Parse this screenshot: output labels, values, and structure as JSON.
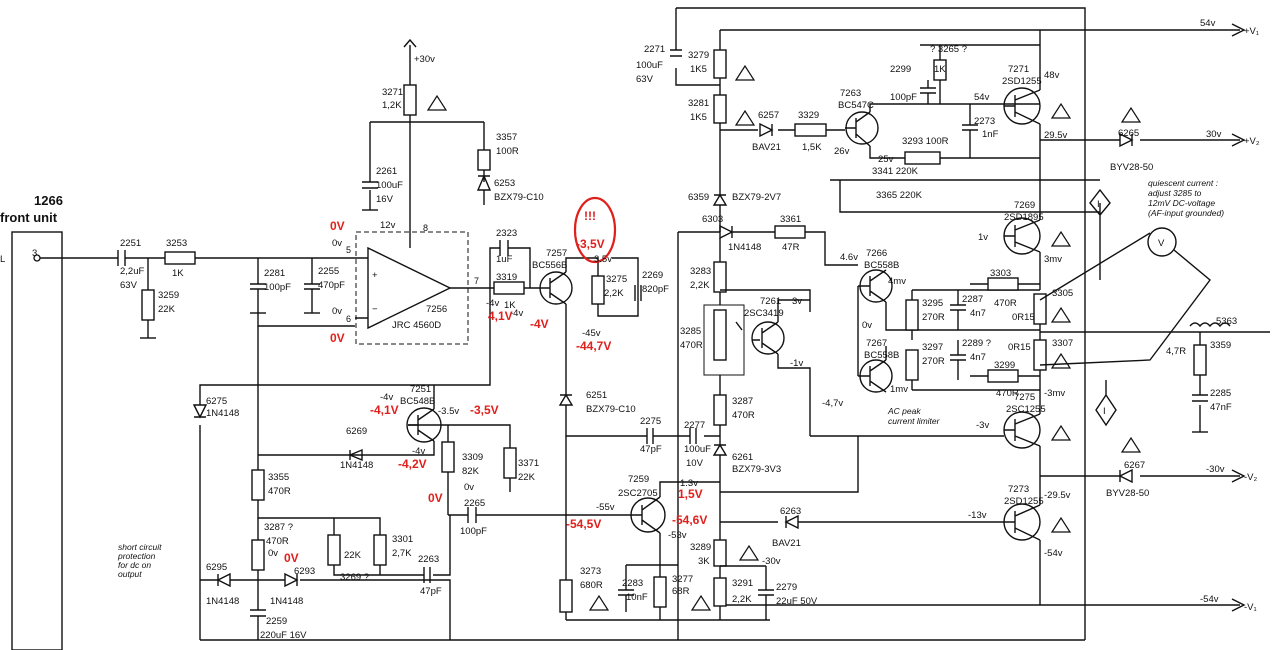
{
  "title": {
    "number": "1266",
    "text": "front unit"
  },
  "input": {
    "pin": "3",
    "side": "L"
  },
  "supplies": {
    "top_pos": "54v",
    "top_pos_label": "+V₁",
    "mid_pos": "30v",
    "mid_pos_label": "+V₂",
    "mid_neg": "-30v",
    "mid_neg_label": "-V₂",
    "bot_neg": "-54v",
    "bot_neg_label": "-V₁",
    "opamp_supply": "+30v"
  },
  "notes": {
    "quiescent": [
      "quiescent current :",
      "adjust 3285 to",
      "12mV DC-voltage",
      "(AF-input grounded)"
    ],
    "ac_peak": [
      "AC peak",
      "current limiter"
    ],
    "short_circuit": [
      "short circuit",
      "protection",
      "for dc on",
      "output"
    ]
  },
  "opamp": {
    "ref": "7256",
    "type": "JRC 4560D",
    "pin5": "5",
    "pin6": "6",
    "pin7": "7",
    "pin8": "8"
  },
  "labels": [
    {
      "id": "c2251",
      "lines": [
        "2251",
        "2,2uF",
        "63V"
      ]
    },
    {
      "id": "r3253",
      "lines": [
        "3253",
        "1K"
      ]
    },
    {
      "id": "r3259",
      "lines": [
        "3259",
        "22K"
      ]
    },
    {
      "id": "c2281",
      "lines": [
        "2281",
        "100pF"
      ]
    },
    {
      "id": "c2255",
      "lines": [
        "2255",
        "470pF"
      ]
    },
    {
      "id": "r3271",
      "lines": [
        "3271",
        "1,2K"
      ]
    },
    {
      "id": "c2261",
      "lines": [
        "2261",
        "100uF",
        "16V"
      ]
    },
    {
      "id": "r3357",
      "lines": [
        "3357",
        "100R"
      ]
    },
    {
      "id": "d6253",
      "lines": [
        "6253",
        "BZX79-C10"
      ]
    },
    {
      "id": "c2323",
      "lines": [
        "2323",
        "1uF"
      ]
    },
    {
      "id": "r3319",
      "lines": [
        "3319",
        "1K"
      ]
    },
    {
      "id": "q7257",
      "lines": [
        "7257",
        "BC556B"
      ]
    },
    {
      "id": "r3275",
      "lines": [
        "3275",
        "2,2K"
      ]
    },
    {
      "id": "c2269",
      "lines": [
        "2269",
        "820pF"
      ]
    },
    {
      "id": "c2271",
      "lines": [
        "2271",
        "100uF",
        "63V"
      ]
    },
    {
      "id": "r3279",
      "lines": [
        "3279",
        "1K5"
      ]
    },
    {
      "id": "r3281",
      "lines": [
        "3281",
        "1K5"
      ]
    },
    {
      "id": "d6257",
      "lines": [
        "6257",
        "BAV21"
      ]
    },
    {
      "id": "r3329",
      "lines": [
        "3329",
        "1,5K"
      ]
    },
    {
      "id": "q7263",
      "lines": [
        "7263",
        "BC547C"
      ]
    },
    {
      "id": "c2299",
      "lines": [
        "2299",
        "100pF"
      ]
    },
    {
      "id": "r3265",
      "lines": [
        "? 3265 ?",
        "1K"
      ]
    },
    {
      "id": "q7271",
      "lines": [
        "7271",
        "2SD1255"
      ]
    },
    {
      "id": "c2273",
      "lines": [
        "2273",
        "1nF"
      ]
    },
    {
      "id": "r3293",
      "lines": [
        "3293 100R"
      ]
    },
    {
      "id": "r3341",
      "lines": [
        "3341 220K"
      ]
    },
    {
      "id": "r3365",
      "lines": [
        "3365 220K"
      ]
    },
    {
      "id": "d6265",
      "lines": [
        "6265",
        "BYV28-50"
      ]
    },
    {
      "id": "q7269",
      "lines": [
        "7269",
        "2SD1895"
      ]
    },
    {
      "id": "d6359",
      "lines": [
        "6359",
        "BZX79-2V7"
      ]
    },
    {
      "id": "d6303",
      "lines": [
        "6303",
        "1N4148"
      ]
    },
    {
      "id": "r3361",
      "lines": [
        "3361",
        "47R"
      ]
    },
    {
      "id": "q7266",
      "lines": [
        "7266",
        "BC558B"
      ]
    },
    {
      "id": "r3283",
      "lines": [
        "3283",
        "2,2K"
      ]
    },
    {
      "id": "q7261",
      "lines": [
        "7261",
        "2SC3419"
      ]
    },
    {
      "id": "r3285",
      "lines": [
        "3285",
        "470R"
      ]
    },
    {
      "id": "r3295",
      "lines": [
        "3295",
        "270R"
      ]
    },
    {
      "id": "c2287",
      "lines": [
        "2287",
        "4n7"
      ]
    },
    {
      "id": "r3303",
      "lines": [
        "3303",
        "470R"
      ]
    },
    {
      "id": "r3305",
      "lines": [
        "3305",
        "0R15"
      ]
    },
    {
      "id": "q7267",
      "lines": [
        "7267",
        "BC558B"
      ]
    },
    {
      "id": "r3297",
      "lines": [
        "3297",
        "270R"
      ]
    },
    {
      "id": "c2289",
      "lines": [
        "2289 ?",
        "4n7"
      ]
    },
    {
      "id": "r3307",
      "lines": [
        "0R15",
        "3307"
      ]
    },
    {
      "id": "r3299",
      "lines": [
        "3299",
        "470R"
      ]
    },
    {
      "id": "q7275",
      "lines": [
        "7275",
        "2SC1255"
      ]
    },
    {
      "id": "r3359",
      "lines": [
        "3359"
      ]
    },
    {
      "id": "r4_7",
      "lines": [
        "4,7R"
      ]
    },
    {
      "id": "c2285",
      "lines": [
        "2285",
        "47nF"
      ]
    },
    {
      "id": "l5363",
      "lines": [
        "5363"
      ]
    },
    {
      "id": "d6275",
      "lines": [
        "6275",
        "1N4148"
      ]
    },
    {
      "id": "q7251",
      "lines": [
        "7251",
        "BC548B"
      ]
    },
    {
      "id": "d6269",
      "lines": [
        "6269",
        "1N4148"
      ]
    },
    {
      "id": "r3309",
      "lines": [
        "3309",
        "82K"
      ]
    },
    {
      "id": "r3371",
      "lines": [
        "3371",
        "22K"
      ]
    },
    {
      "id": "d6251",
      "lines": [
        "6251",
        "BZX79-C10"
      ]
    },
    {
      "id": "c2275",
      "lines": [
        "2275",
        "47pF"
      ]
    },
    {
      "id": "c2277",
      "lines": [
        "2277",
        "100uF",
        "10V"
      ]
    },
    {
      "id": "d6261",
      "lines": [
        "6261",
        "BZX79-3V3"
      ]
    },
    {
      "id": "r3287",
      "lines": [
        "3287",
        "470R"
      ]
    },
    {
      "id": "r3355",
      "lines": [
        "3355",
        "470R"
      ]
    },
    {
      "id": "r3287b",
      "lines": [
        "3287 ?",
        "470R"
      ]
    },
    {
      "id": "r3301",
      "lines": [
        "3301",
        "2,7K"
      ]
    },
    {
      "id": "r3269",
      "lines": [
        "22K",
        "3269 ?"
      ]
    },
    {
      "id": "c2263",
      "lines": [
        "2263",
        "47pF"
      ]
    },
    {
      "id": "c2265",
      "lines": [
        "2265",
        "100pF"
      ]
    },
    {
      "id": "q7259",
      "lines": [
        "7259",
        "2SC2705"
      ]
    },
    {
      "id": "d6263",
      "lines": [
        "6263",
        "BAV21"
      ]
    },
    {
      "id": "q7273",
      "lines": [
        "7273",
        "2SD1255"
      ]
    },
    {
      "id": "d6267",
      "lines": [
        "6267",
        "BYV28-50"
      ]
    },
    {
      "id": "r3289",
      "lines": [
        "3289",
        "3K"
      ]
    },
    {
      "id": "r3291",
      "lines": [
        "3291",
        "2,2K"
      ]
    },
    {
      "id": "c2279",
      "lines": [
        "2279",
        "22uF 50V"
      ]
    },
    {
      "id": "r3273",
      "lines": [
        "3273",
        "680R"
      ]
    },
    {
      "id": "c2283",
      "lines": [
        "2283",
        "10nF"
      ]
    },
    {
      "id": "r3277",
      "lines": [
        "3277",
        "68R"
      ]
    },
    {
      "id": "d6295",
      "lines": [
        "6295",
        "1N4148"
      ]
    },
    {
      "id": "d6293",
      "lines": [
        "6293",
        "1N4148"
      ]
    },
    {
      "id": "c2259",
      "lines": [
        "2259",
        "220uF 16V"
      ]
    }
  ],
  "voltages": [
    {
      "id": "v_5",
      "text": "0v"
    },
    {
      "id": "v_6",
      "text": "0v"
    },
    {
      "id": "v_12",
      "text": "12v"
    },
    {
      "id": "v_4a",
      "text": "-4v"
    },
    {
      "id": "v_4b",
      "text": "-4v"
    },
    {
      "id": "v_7257e",
      "text": "3.5v"
    },
    {
      "id": "v_7257c",
      "text": "-45v"
    },
    {
      "id": "v_48",
      "text": "48v"
    },
    {
      "id": "v_54",
      "text": "54v"
    },
    {
      "id": "v_29a",
      "text": "29.5v"
    },
    {
      "id": "v_26",
      "text": "26v"
    },
    {
      "id": "v_25",
      "text": "25v"
    },
    {
      "id": "v_1",
      "text": "1v"
    },
    {
      "id": "v_3mv",
      "text": "3mv"
    },
    {
      "id": "v_4_6",
      "text": "4.6v"
    },
    {
      "id": "v_4mv",
      "text": "4mv"
    },
    {
      "id": "v_3v",
      "text": "3v"
    },
    {
      "id": "v_0v",
      "text": "0v"
    },
    {
      "id": "v_m1v",
      "text": "-1v"
    },
    {
      "id": "v_1mv",
      "text": "1mv"
    },
    {
      "id": "v_m3mv",
      "text": "-3mv"
    },
    {
      "id": "v_m4_7",
      "text": "-4,7v"
    },
    {
      "id": "v_m3v",
      "text": "-3v"
    },
    {
      "id": "v_m4",
      "text": "-4v"
    },
    {
      "id": "v_3_5",
      "text": "-3.5v"
    },
    {
      "id": "v_m4v",
      "text": "-4v"
    },
    {
      "id": "v_0v2",
      "text": "0v"
    },
    {
      "id": "v_1_3",
      "text": "1.3v"
    },
    {
      "id": "v_55",
      "text": "-55v"
    },
    {
      "id": "v_53",
      "text": "-53v"
    },
    {
      "id": "v_m30",
      "text": "-30v"
    },
    {
      "id": "v_m13",
      "text": "-13v"
    },
    {
      "id": "v_29b",
      "text": "-29.5v"
    },
    {
      "id": "v_m54",
      "text": "-54v"
    },
    {
      "id": "v_0v3",
      "text": "0v"
    }
  ],
  "red_annotations": [
    {
      "id": "r_0v_top",
      "text": "0V"
    },
    {
      "id": "r_0v_bot",
      "text": "0V"
    },
    {
      "id": "r_41",
      "text": "4,1V"
    },
    {
      "id": "r_m4",
      "text": "-4V"
    },
    {
      "id": "r_bang",
      "text": "!!!"
    },
    {
      "id": "r_m35",
      "text": "-3,5V"
    },
    {
      "id": "r_m447",
      "text": "-44,7V"
    },
    {
      "id": "r_m41",
      "text": "-4,1V"
    },
    {
      "id": "r_m35b",
      "text": "-3,5V"
    },
    {
      "id": "r_m42",
      "text": "-4,2V"
    },
    {
      "id": "r_0v_mid",
      "text": "0V"
    },
    {
      "id": "r_15",
      "text": "1,5V"
    },
    {
      "id": "r_m545",
      "text": "-54,5V"
    },
    {
      "id": "r_m546",
      "text": "-54,6V"
    },
    {
      "id": "r_0v_low",
      "text": "0V"
    }
  ],
  "meters": {
    "ammeter": "I",
    "voltmeter": "V"
  },
  "colors": {
    "ink": "#111111",
    "annotation_red": "#e0201c",
    "background": "#ffffff"
  }
}
